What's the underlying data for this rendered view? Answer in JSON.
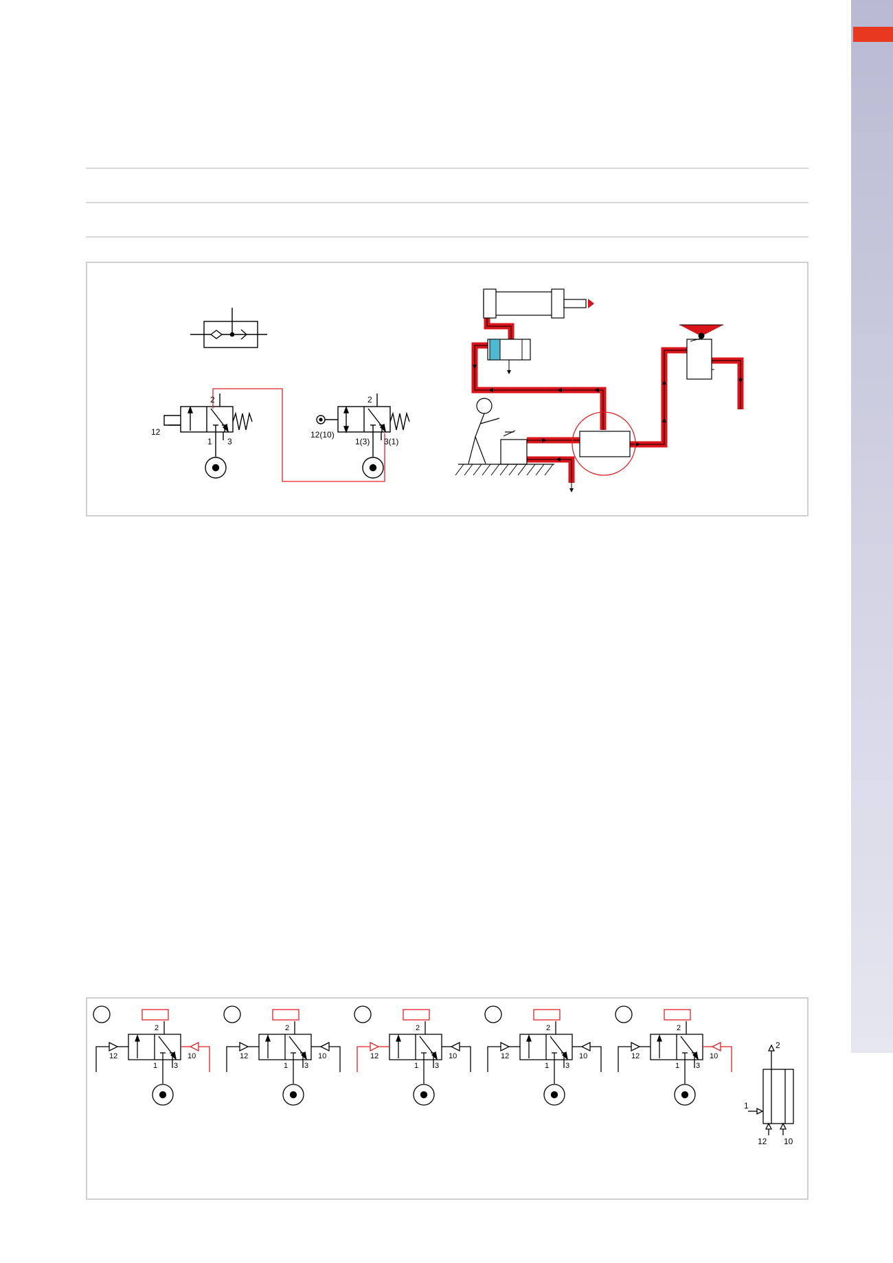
{
  "colors": {
    "accent": "#e8391e",
    "signal_line": "#e31e24",
    "pipe": "#d9141b",
    "piston_fill": "#4fb8d3",
    "side_tab": "#c4c4da",
    "border": "#cfcfcf",
    "rule": "#d8d8d8"
  },
  "panel_top": {
    "symbol_labels": {
      "pilot_out": "2",
      "pilot_in": "12",
      "port_1": "1",
      "port_3": "3"
    },
    "roller_labels": {
      "out": "2",
      "pilot": "12(10)",
      "port_a": "1(3)",
      "port_b": "3(1)"
    }
  },
  "panel_bottom": {
    "states": [
      {
        "out": "2",
        "left": "12",
        "p1": "1",
        "p3": "3",
        "right": "10"
      },
      {
        "out": "2",
        "left": "12",
        "p1": "1",
        "p3": "3",
        "right": "10"
      },
      {
        "out": "2",
        "left": "12",
        "p1": "1",
        "p3": "3",
        "right": "10"
      },
      {
        "out": "2",
        "left": "12",
        "p1": "1",
        "p3": "3",
        "right": "10"
      },
      {
        "out": "2",
        "left": "12",
        "p1": "1",
        "p3": "3",
        "right": "10"
      }
    ],
    "memory_symbol": {
      "out": "2",
      "in": "1",
      "left": "12",
      "right": "10"
    }
  }
}
